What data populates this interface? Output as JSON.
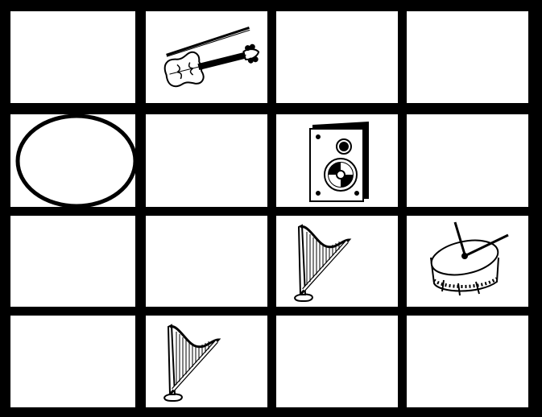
{
  "board": {
    "rows": 4,
    "cols": 4,
    "line_color": "#000000",
    "cell_color": "#ffffff",
    "cells": [
      [
        "empty",
        "violin-icon",
        "empty",
        "empty"
      ],
      [
        "oval-marker",
        "empty",
        "speaker-icon",
        "empty"
      ],
      [
        "empty",
        "empty",
        "harp-icon",
        "drum-icon"
      ],
      [
        "empty",
        "harp-icon",
        "empty",
        "empty"
      ]
    ]
  }
}
